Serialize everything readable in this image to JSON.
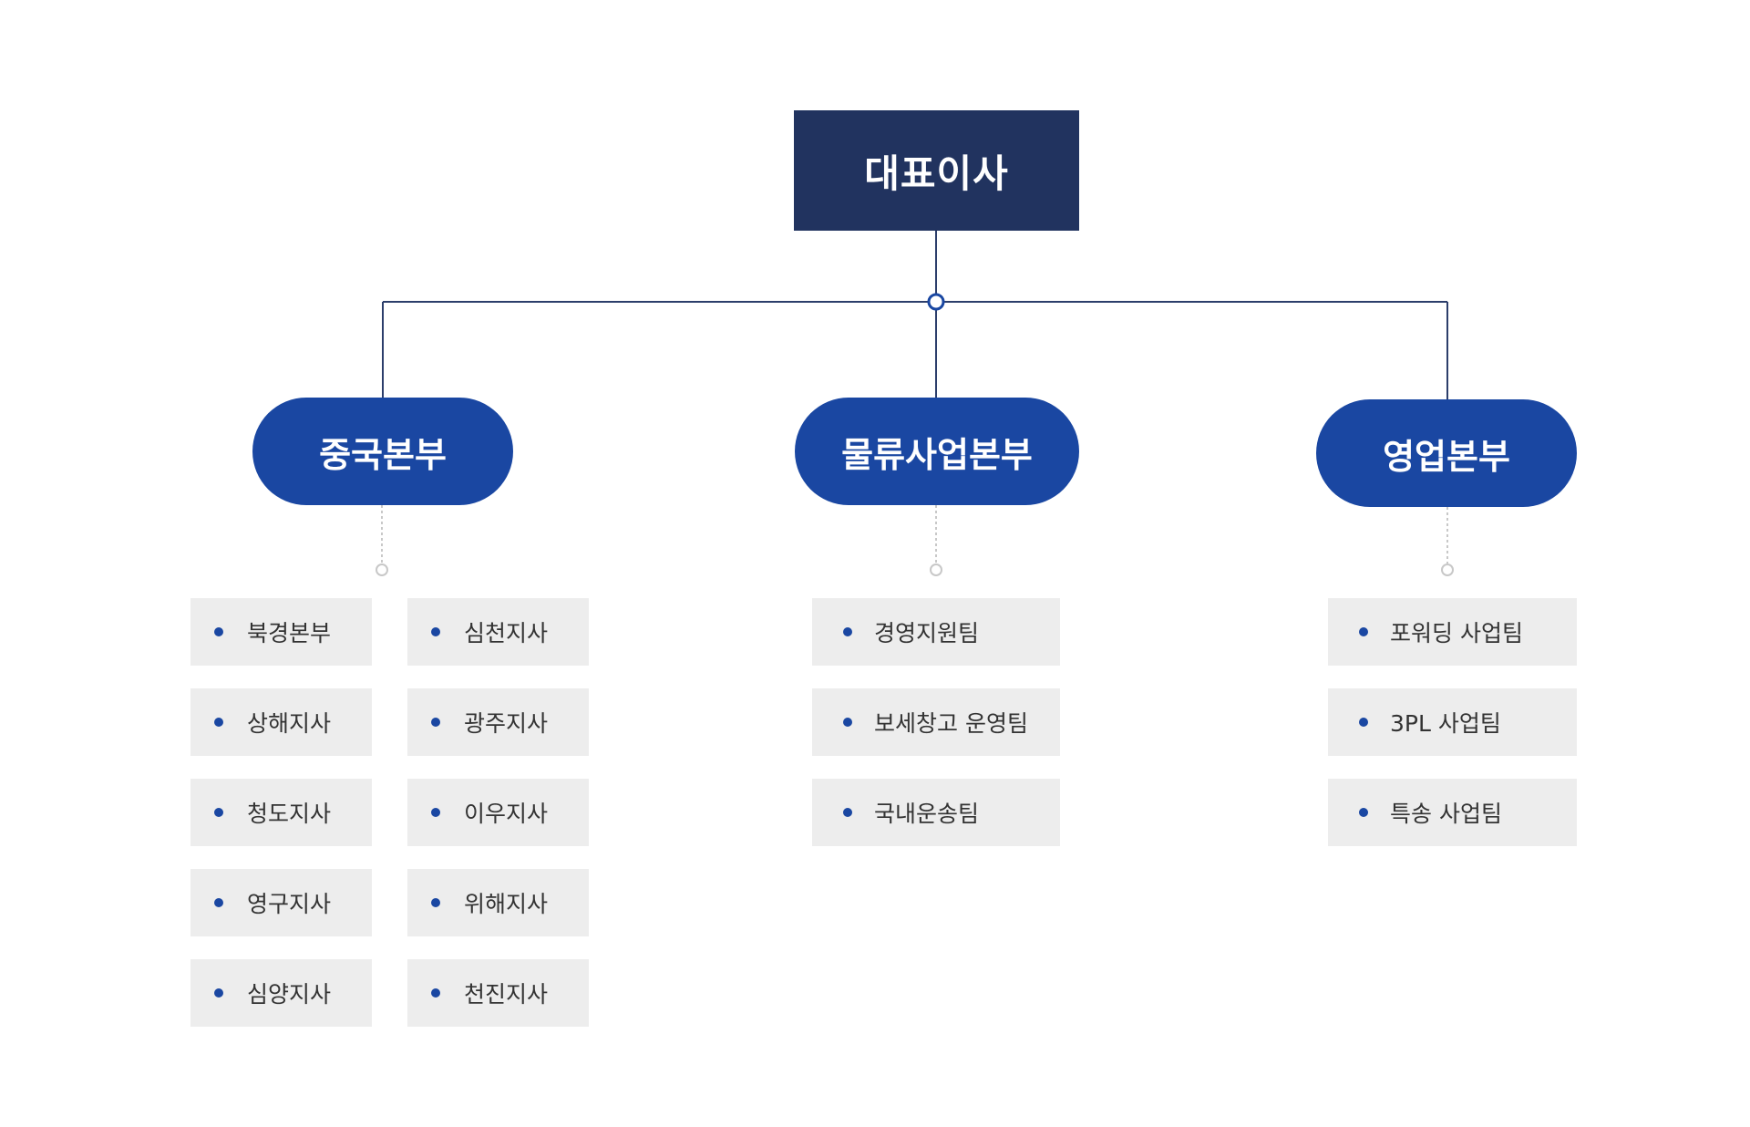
{
  "ceo": {
    "label": "대표이사"
  },
  "divisions": [
    {
      "label": "중국본부",
      "units_col1": [
        "북경본부",
        "상해지사",
        "청도지사",
        "영구지사",
        "심양지사"
      ],
      "units_col2": [
        "심천지사",
        "광주지사",
        "이우지사",
        "위해지사",
        "천진지사"
      ]
    },
    {
      "label": "물류사업본부",
      "units": [
        "경영지원팀",
        "보세창고 운영팀",
        "국내운송팀"
      ]
    },
    {
      "label": "영업본부",
      "units": [
        "포워딩 사업팀",
        "3PL 사업팀",
        "특송 사업팀"
      ]
    }
  ],
  "colors": {
    "ceo_background": "#21335f",
    "division_background": "#1a47a2",
    "unit_background": "#ededed",
    "bullet": "#1a47a2",
    "connector_line": "#2c3e6b",
    "dotted_connector": "#b5b5b5"
  }
}
